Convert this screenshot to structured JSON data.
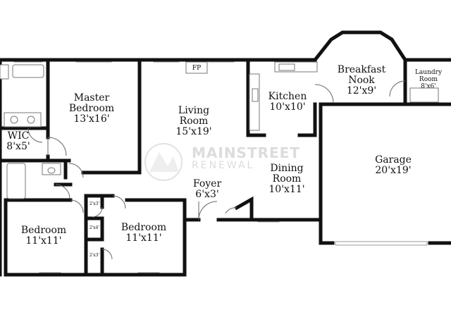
{
  "rooms": {
    "master_bedroom": {
      "name": "Master\nBedroom",
      "dim": "13'x16'"
    },
    "living_room": {
      "name": "Living\nRoom",
      "dim": "15'x19'"
    },
    "kitchen": {
      "name": "Kitchen",
      "dim": "10'x10'"
    },
    "breakfast_nook": {
      "name": "Breakfast\nNook",
      "dim": "12'x9'"
    },
    "laundry_room": {
      "name": "Laundry\nRoom",
      "dim": "8'x6'"
    },
    "wic": {
      "name": "WIC",
      "dim": "8'x5'"
    },
    "garage": {
      "name": "Garage",
      "dim": "20'x19'"
    },
    "dining_room": {
      "name": "Dining\nRoom",
      "dim": "10'x11'"
    },
    "foyer": {
      "name": "Foyer",
      "dim": "6'x3'"
    },
    "bedroom_left": {
      "name": "Bedroom",
      "dim": "11'x11'"
    },
    "bedroom_right": {
      "name": "Bedroom",
      "dim": "11'x11'"
    },
    "closet_1": {
      "dim": "2'x3'"
    },
    "closet_2": {
      "dim": "2'x4'"
    },
    "closet_3": {
      "dim": "2'x3'"
    }
  },
  "fireplace_label": "FP",
  "watermark": {
    "line1": "MAINSTREET",
    "line2": "RENEWAL"
  }
}
